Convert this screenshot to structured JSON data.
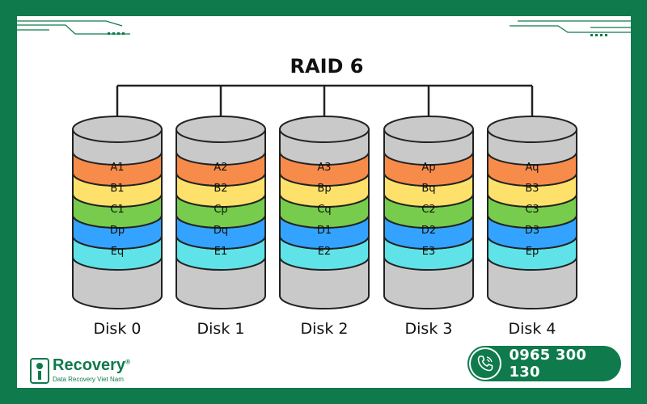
{
  "title": "RAID 6",
  "layer_colors": [
    "#f78b4a",
    "#fde16a",
    "#77cc4d",
    "#33a3ff",
    "#5fe3e8"
  ],
  "disks": [
    {
      "label": "Disk 0",
      "blocks": [
        "A1",
        "B1",
        "C1",
        "Dp",
        "Eq"
      ]
    },
    {
      "label": "Disk 1",
      "blocks": [
        "A2",
        "B2",
        "Cp",
        "Dq",
        "E1"
      ]
    },
    {
      "label": "Disk 2",
      "blocks": [
        "A3",
        "Bp",
        "Cq",
        "D1",
        "E2"
      ]
    },
    {
      "label": "Disk 3",
      "blocks": [
        "Ap",
        "Bq",
        "C2",
        "D2",
        "E3"
      ]
    },
    {
      "label": "Disk 4",
      "blocks": [
        "Aq",
        "B3",
        "C3",
        "D3",
        "Ep"
      ]
    }
  ],
  "brand": {
    "name": "Recovery",
    "reg": "®",
    "tagline": "Data Recovery Viet Nam",
    "phone": "0965 300 130",
    "color": "#0f7a4c"
  },
  "icons": [
    "phone-icon",
    "brand-logo-icon"
  ]
}
